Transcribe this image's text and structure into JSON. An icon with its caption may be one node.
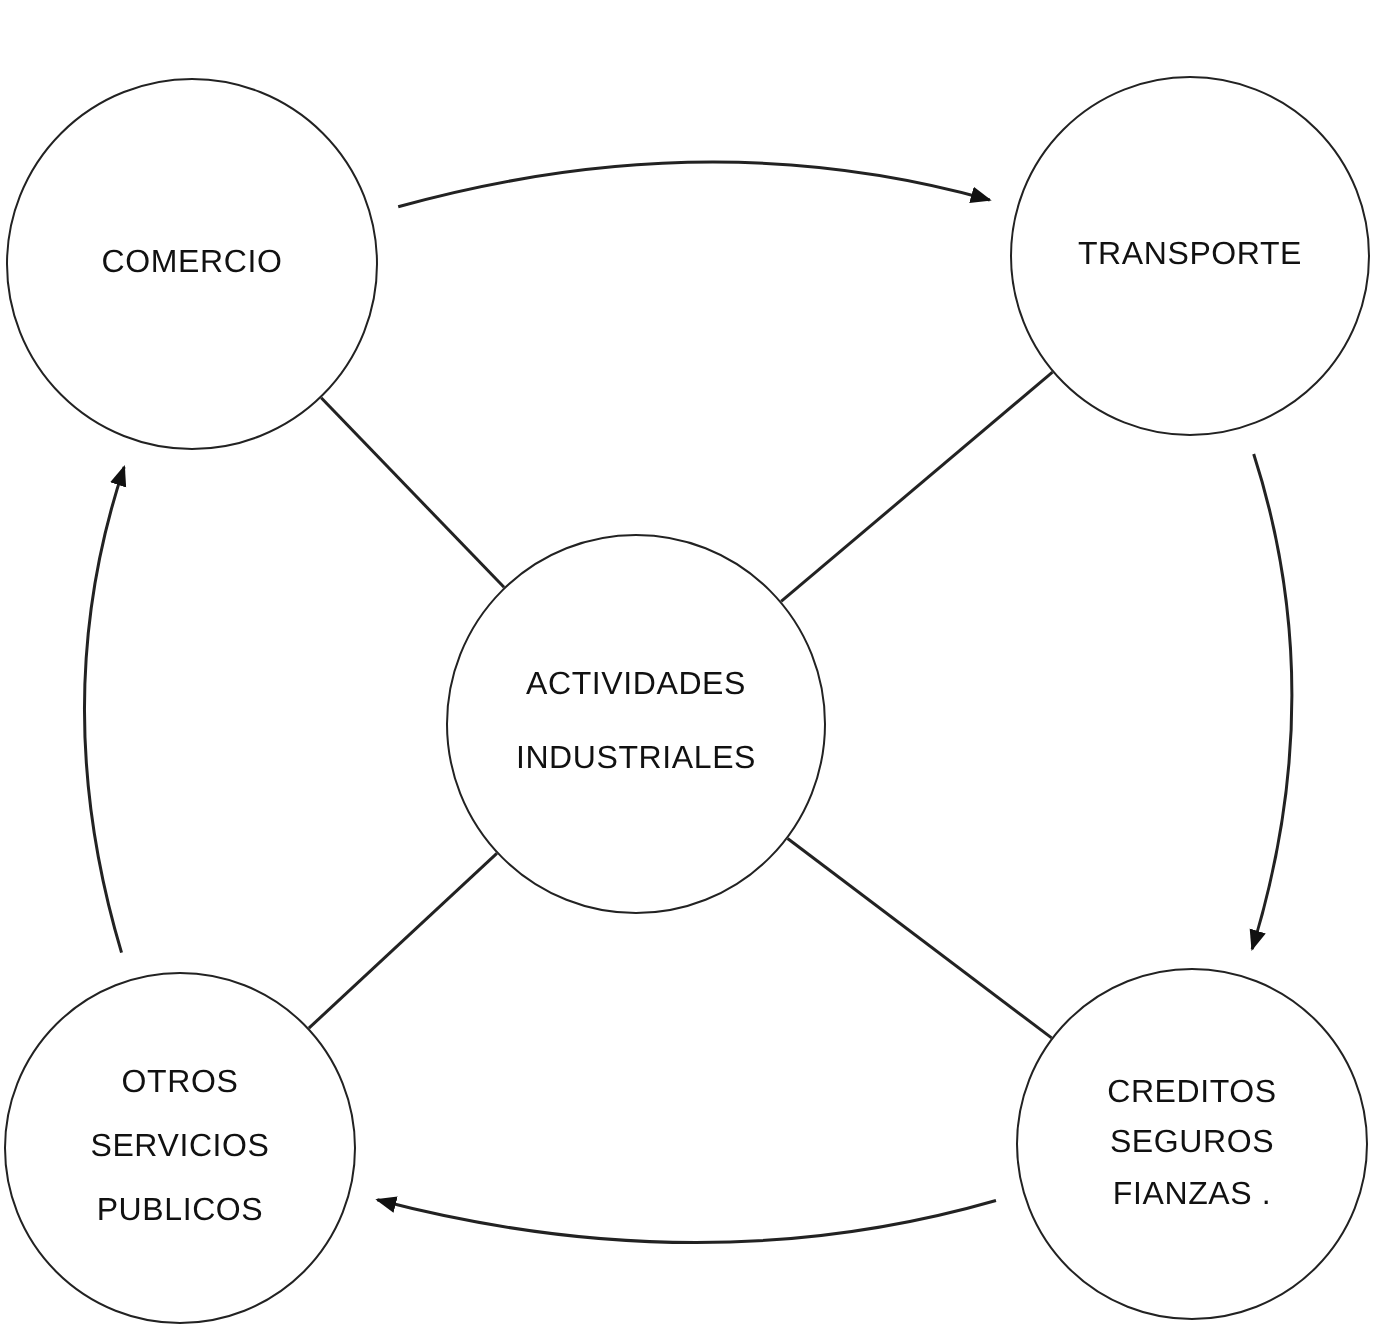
{
  "diagram": {
    "nodes": [
      {
        "text": [
          "COMERCIO"
        ]
      },
      {
        "text": [
          "TRANSPORTE"
        ]
      },
      {
        "text": [
          "ACTIVIDADES INDUSTRIALES"
        ]
      },
      {
        "text": [
          "CREDITOS SEGUROS FIANZAS ."
        ]
      },
      {
        "text": [
          "OTROS SERVICIOS PUBLICOS"
        ]
      }
    ],
    "edges": [
      {
        "from": 0,
        "to": 1,
        "arrow": "to"
      },
      {
        "from": 1,
        "to": 3,
        "arrow": "to"
      },
      {
        "from": 3,
        "to": 4,
        "arrow": "to"
      },
      {
        "from": 4,
        "to": 0,
        "arrow": "to"
      },
      {
        "from": 0,
        "to": 2,
        "arrow": "none"
      },
      {
        "from": 1,
        "to": 2,
        "arrow": "none"
      },
      {
        "from": 2,
        "to": 3,
        "arrow": "none"
      },
      {
        "from": 2,
        "to": 4,
        "arrow": "none"
      }
    ]
  }
}
